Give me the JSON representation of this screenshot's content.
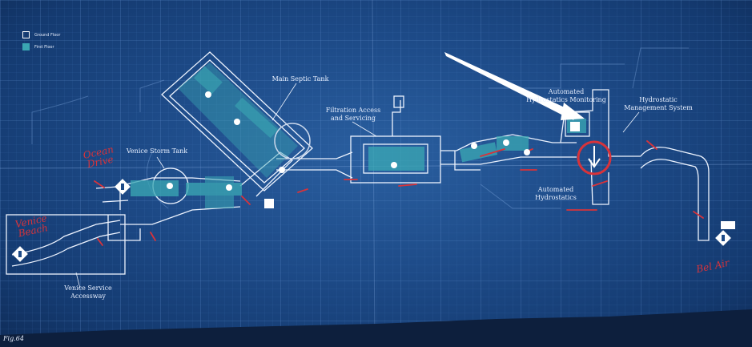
{
  "legend": {
    "ground_floor": {
      "label": "Ground Floor",
      "color": "#ffffff"
    },
    "first_floor": {
      "label": "First Floor",
      "color": "#3aa6b3"
    }
  },
  "labels": {
    "main_septic_tank": "Main Septic Tank",
    "filtration_access": "Filtration Access\nand Servicing",
    "automated_monitoring": "Automated\nHydrostatics Monitoring",
    "hydrostatic_management": "Hydrostatic\nManagement System",
    "venice_storm_tank": "Venice Storm Tank",
    "automated_hydrostatics": "Automated\nHydrostatics",
    "venice_service": "Venice Service\nAccessway"
  },
  "handwritten": {
    "ocean_drive": "Ocean\nDrive",
    "venice_beach": "Venice\nBeach",
    "bel_air": "Bel Air"
  },
  "figure_label": "Fig.64",
  "colors": {
    "blueprint": "#1d4a87",
    "line": "#e8f0ff",
    "first_floor": "#3aa6b3",
    "marker": "#d8333a"
  }
}
